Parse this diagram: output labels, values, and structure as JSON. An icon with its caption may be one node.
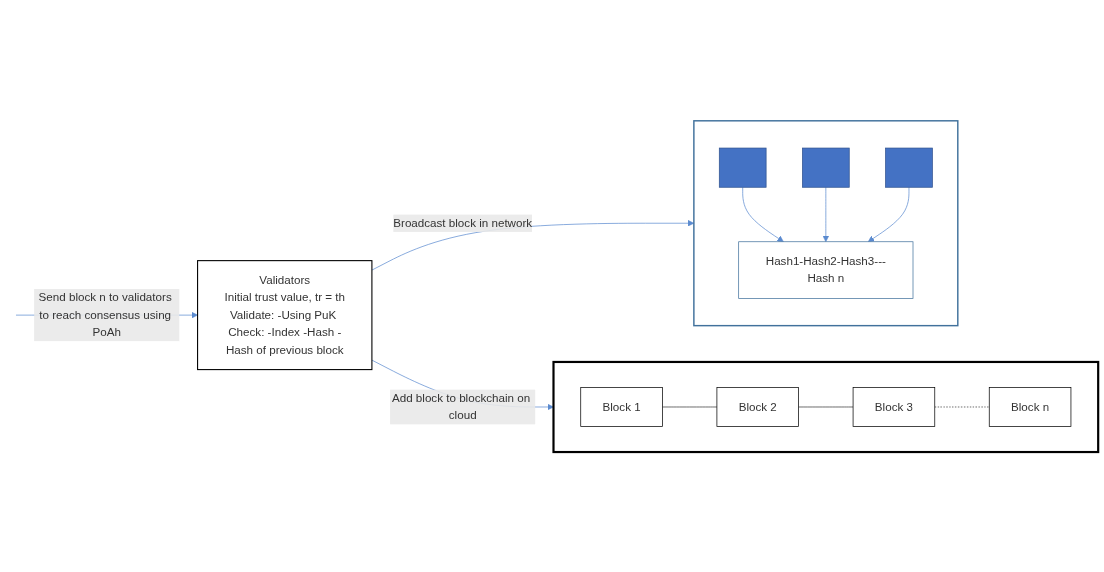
{
  "diagram": {
    "nodes": [
      {
        "text": [
          "Validators",
          "Initial trust value, tr = th",
          "Validate: -Using PuK Check: -Index -Hash -Hash of previous block"
        ]
      },
      {
        "text": [],
        "shape": "ellipse"
      },
      {
        "text": [
          "Hash1-Hash2-Hash3---Hash n"
        ],
        "in": 1
      },
      {
        "text": [],
        "shape": "box",
        "in": 1
      },
      {
        "text": [],
        "shape": "box",
        "in": 1
      },
      {
        "text": [],
        "shape": "box",
        "in": 1
      },
      {
        "text": [],
        "shape": "cloud"
      },
      {
        "text": [
          "Block 1"
        ],
        "in": 6
      },
      {
        "text": [
          "Block 2"
        ],
        "in": 6
      },
      {
        "text": [
          "Block 3"
        ],
        "in": 6
      },
      {
        "text": [
          "Block n"
        ],
        "in": 6
      }
    ],
    "edges": [
      {
        "from": null,
        "to": 0,
        "arrow": "to",
        "label": "Send block n to validators to reach consensus using PoAh"
      },
      {
        "from": 0,
        "to": 1,
        "arrow": "to",
        "label": "Broadcast block in network"
      },
      {
        "from": 0,
        "to": 6,
        "arrow": "to",
        "label": "Add block to blockchain on cloud"
      },
      {
        "from": 3,
        "to": 2,
        "arrow": "to"
      },
      {
        "from": 4,
        "to": 2,
        "arrow": "to"
      },
      {
        "from": 5,
        "to": 2,
        "arrow": "to"
      },
      {
        "from": 7,
        "to": 8,
        "arrow": "none",
        "color": "#333333"
      },
      {
        "from": 8,
        "to": 9,
        "arrow": "none",
        "color": "#333333"
      },
      {
        "from": 9,
        "to": 10,
        "arrow": "none",
        "style": "dashed",
        "color": "#333333"
      }
    ]
  }
}
